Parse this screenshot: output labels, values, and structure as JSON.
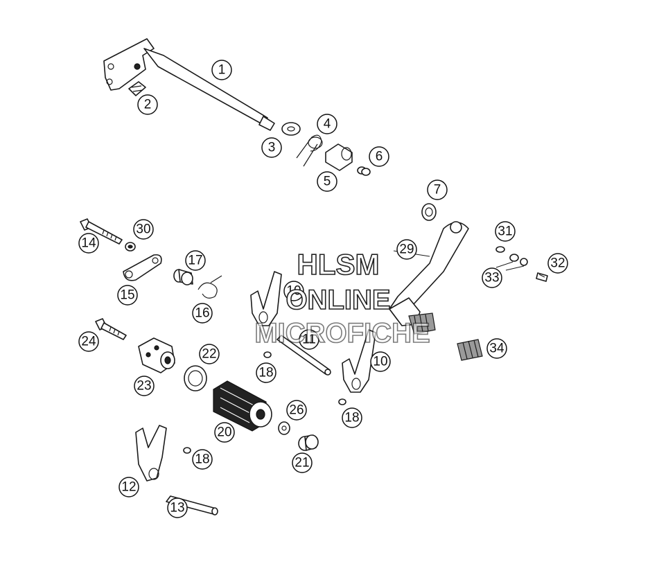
{
  "diagram": {
    "callouts": [
      "1",
      "2",
      "3",
      "4",
      "5",
      "6",
      "7",
      "10",
      "10",
      "11",
      "12",
      "13",
      "14",
      "15",
      "16",
      "17",
      "18",
      "18",
      "18",
      "20",
      "21",
      "22",
      "23",
      "24",
      "26",
      "29",
      "30",
      "31",
      "32",
      "33",
      "34"
    ]
  },
  "watermark": {
    "line1": "HLSM",
    "line2": "ONLINE",
    "line3": "MICROFICHE"
  }
}
